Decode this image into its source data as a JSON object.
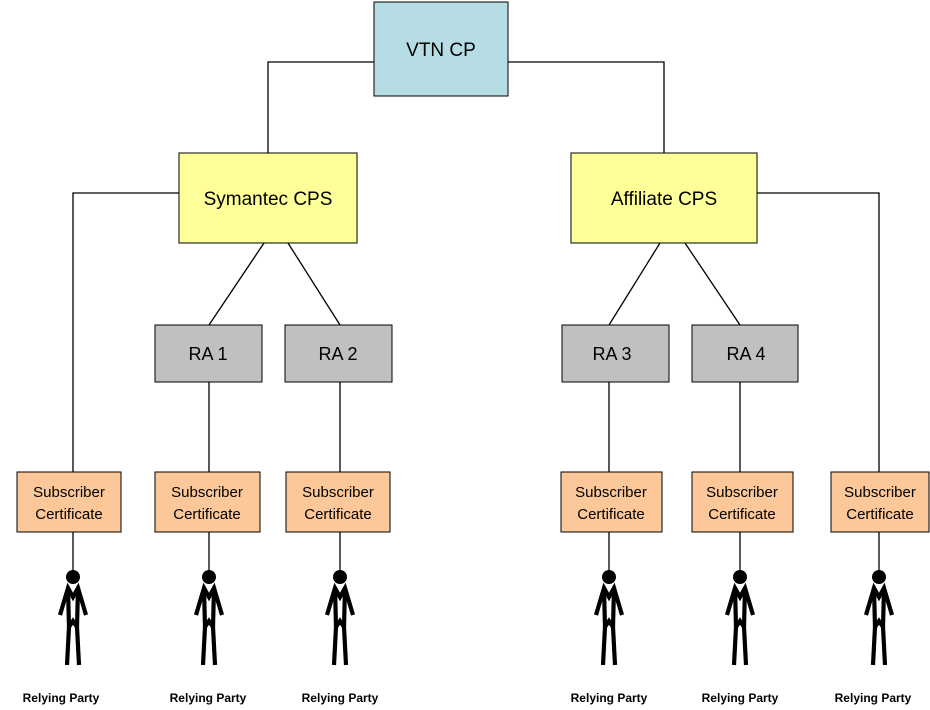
{
  "root": {
    "label": "VTN CP",
    "color": "#b7dde4"
  },
  "branches": [
    {
      "label": "Symantec CPS",
      "color": "#ffff99",
      "ras": [
        "RA 1",
        "RA 2"
      ]
    },
    {
      "label": "Affiliate CPS",
      "color": "#ffff99",
      "ras": [
        "RA 3",
        "RA 4"
      ]
    }
  ],
  "ra_color": "#c0c0c0",
  "certificate": {
    "line1": "Subscriber",
    "line2": "Certificate",
    "color": "#fcc899"
  },
  "relying_party_label": "Relying Party",
  "relying_parties": [
    "Relying Party",
    "Relying Party",
    "Relying Party",
    "Relying Party",
    "Relying Party",
    "Relying Party"
  ]
}
